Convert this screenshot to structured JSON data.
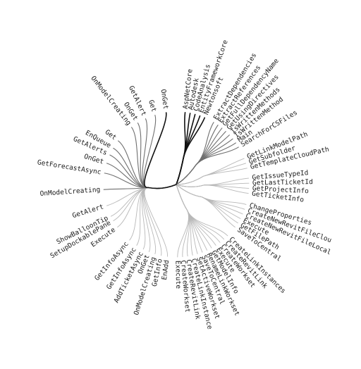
{
  "diagram": {
    "type": "radial-hierarchical-edge-bundle",
    "colors": {
      "strong": "#111111",
      "mid": "#6f6f6f",
      "light": "#b8b8b8"
    },
    "groups": [
      {
        "name": "g1",
        "labels": [
          "AspNetCore",
          "Autodesk",
          "CodeAnalysis",
          "EntityFrameworkCore",
          "Newtonsoft"
        ]
      },
      {
        "name": "g2",
        "labels": [
          "ExtractDependencies",
          "ExtractReferences",
          "GetFullDependencyName",
          "GetUsingDirectives",
          "IsWrittenMethod",
          "IsWrittenMethods",
          "Main",
          "SearchForCSFiles"
        ]
      },
      {
        "name": "g3",
        "labels": [
          "GetLinkModelPath",
          "GetSubfolder",
          "GetTemplateCloudPath"
        ]
      },
      {
        "name": "g4",
        "labels": [
          "GetIssueTypeId",
          "GetLastTicketId",
          "GetProjectInfo",
          "GetTicketInfo"
        ]
      },
      {
        "name": "g5",
        "labels": [
          "ChangeProperties",
          "CreateNewRevitFileClou",
          "CreateNewRevitFileLocal",
          "Execute",
          "GetFilePath",
          "SaveToCentral"
        ]
      },
      {
        "name": "g6",
        "labels": [
          "CreateLinkInstances",
          "CreateRevitLink",
          "CreateWorkset",
          "Execute",
          "GetModelInfo",
          "RenameLinkWorkset",
          "SaveToCentral",
          "SetActiveWorkset",
          "CreateLinkInstance",
          "CreateRevitLink",
          "CreateWorkset",
          "Execute"
        ]
      },
      {
        "name": "g7",
        "labels": [
          "EnAdd",
          "GetInfo",
          "OnModelCreating",
          "OnGet",
          "AddTicketAsync",
          "GetInfoAsync",
          "GetInfoAsync",
          "Execute",
          "SetupDockablePane",
          "ShowBalloonTip",
          "GetAlert",
          "OnModelCreating",
          "GetForecastAsync",
          "OnGet",
          "GetAlerts",
          "EnQueue",
          "Get",
          "OnModelCreating",
          "OnGet",
          "GetAlert",
          "Get",
          "OnGet"
        ]
      }
    ],
    "leaves": [
      {
        "label": "AspNetCore",
        "angle": -83,
        "group": 0,
        "weight": "strong"
      },
      {
        "label": "Autodesk",
        "angle": -79,
        "group": 0,
        "weight": "strong"
      },
      {
        "label": "CodeAnalysis",
        "angle": -75,
        "group": 0,
        "weight": "strong"
      },
      {
        "label": "EntityFrameworkCore",
        "angle": -71,
        "group": 0,
        "weight": "strong"
      },
      {
        "label": "Newtonsoft",
        "angle": -67,
        "group": 0,
        "weight": "strong"
      },
      {
        "label": "ExtractDependencies",
        "angle": -59,
        "group": 1,
        "weight": "mid"
      },
      {
        "label": "ExtractReferences",
        "angle": -55,
        "group": 1,
        "weight": "mid"
      },
      {
        "label": "GetFullDependencyName",
        "angle": -51,
        "group": 1,
        "weight": "mid"
      },
      {
        "label": "GetUsingDirectives",
        "angle": -47,
        "group": 1,
        "weight": "mid"
      },
      {
        "label": "IsWrittenMethods",
        "angle": -43,
        "group": 1,
        "weight": "mid"
      },
      {
        "label": "IsWrittenMethod",
        "angle": -39,
        "group": 1,
        "weight": "mid"
      },
      {
        "label": "Main",
        "angle": -35,
        "group": 1,
        "weight": "mid"
      },
      {
        "label": "SearchForCSFiles",
        "angle": -31,
        "group": 1,
        "weight": "mid"
      },
      {
        "label": "GetLinkModelPath",
        "angle": -21,
        "group": 2,
        "weight": "light"
      },
      {
        "label": "GetSubfolder",
        "angle": -17,
        "group": 2,
        "weight": "light"
      },
      {
        "label": "GetTemplateCloudPath",
        "angle": -13,
        "group": 2,
        "weight": "light"
      },
      {
        "label": "GetIssueTypeId",
        "angle": -5,
        "group": 3,
        "weight": "light"
      },
      {
        "label": "GetLastTicketId",
        "angle": -1,
        "group": 3,
        "weight": "light"
      },
      {
        "label": "GetProjectInfo",
        "angle": 3,
        "group": 3,
        "weight": "light"
      },
      {
        "label": "GetTicketInfo",
        "angle": 7,
        "group": 3,
        "weight": "light"
      },
      {
        "label": "ChangeProperties",
        "angle": 16,
        "group": 4,
        "weight": "light"
      },
      {
        "label": "CreateNewRevitFileClou",
        "angle": 20,
        "group": 4,
        "weight": "light"
      },
      {
        "label": "CreateNewRevitFileLocal",
        "angle": 24,
        "group": 4,
        "weight": "light"
      },
      {
        "label": "Execute",
        "angle": 28,
        "group": 4,
        "weight": "light"
      },
      {
        "label": "GetFilePath",
        "angle": 32,
        "group": 4,
        "weight": "light"
      },
      {
        "label": "SaveToCentral",
        "angle": 36,
        "group": 4,
        "weight": "light"
      },
      {
        "label": "CreateLinkInstances",
        "angle": 45,
        "group": 5,
        "weight": "light"
      },
      {
        "label": "CreateRevitLink",
        "angle": 49,
        "group": 5,
        "weight": "light"
      },
      {
        "label": "CreateWorkset",
        "angle": 53,
        "group": 5,
        "weight": "light"
      },
      {
        "label": "Execute",
        "angle": 57,
        "group": 5,
        "weight": "light"
      },
      {
        "label": "GetModelInfo",
        "angle": 61,
        "group": 5,
        "weight": "light"
      },
      {
        "label": "RenameLinkWorkset",
        "angle": 65,
        "group": 5,
        "weight": "light"
      },
      {
        "label": "SaveToCentral",
        "angle": 69,
        "group": 5,
        "weight": "light"
      },
      {
        "label": "SetActiveWorkset",
        "angle": 73,
        "group": 5,
        "weight": "light"
      },
      {
        "label": "CreateLinkInstance",
        "angle": 77,
        "group": 5,
        "weight": "light"
      },
      {
        "label": "CreateRevitLink",
        "angle": 81,
        "group": 5,
        "weight": "light"
      },
      {
        "label": "CreateWorkset",
        "angle": 85,
        "group": 5,
        "weight": "light"
      },
      {
        "label": "Execute",
        "angle": 89,
        "group": 5,
        "weight": "light"
      },
      {
        "label": "EnAdd",
        "angle": 97,
        "group": 6,
        "weight": "light"
      },
      {
        "label": "GetInfo",
        "angle": 102,
        "group": 6,
        "weight": "light"
      },
      {
        "label": "OnModelCreating",
        "angle": 107,
        "group": 6,
        "weight": "light"
      },
      {
        "label": "OnGet",
        "angle": 112,
        "group": 6,
        "weight": "light"
      },
      {
        "label": "AddTicketAsync",
        "angle": 117,
        "group": 6,
        "weight": "light"
      },
      {
        "label": "GetInfoAsync",
        "angle": 123,
        "group": 6,
        "weight": "light"
      },
      {
        "label": "GetInfoAsync",
        "angle": 130,
        "group": 6,
        "weight": "light"
      },
      {
        "label": "Execute",
        "angle": 144,
        "group": 6,
        "weight": "light"
      },
      {
        "label": "SetupDockablePane",
        "angle": 150,
        "group": 6,
        "weight": "light"
      },
      {
        "label": "ShowBalloonTip",
        "angle": 154,
        "group": 6,
        "weight": "light"
      },
      {
        "label": "GetAlert",
        "angle": 163,
        "group": 6,
        "weight": "light"
      },
      {
        "label": "OnModelCreating",
        "angle": 176,
        "group": 6,
        "weight": "mid"
      },
      {
        "label": "GetForecastAsync",
        "angle": 189,
        "group": 6,
        "weight": "mid"
      },
      {
        "label": "OnGet",
        "angle": 197,
        "group": 6,
        "weight": "mid"
      },
      {
        "label": "GetAlerts",
        "angle": 204,
        "group": 6,
        "weight": "mid"
      },
      {
        "label": "EnQueue",
        "angle": 210,
        "group": 6,
        "weight": "mid"
      },
      {
        "label": "Get",
        "angle": 217,
        "group": 6,
        "weight": "mid"
      },
      {
        "label": "OnModelCreating",
        "angle": 232,
        "group": 6,
        "weight": "mid"
      },
      {
        "label": "OnGet",
        "angle": 238,
        "group": 6,
        "weight": "mid"
      },
      {
        "label": "GetAlert",
        "angle": 245,
        "group": 6,
        "weight": "mid"
      },
      {
        "label": "Get",
        "angle": 253,
        "group": 6,
        "weight": "mid"
      },
      {
        "label": "OnGet",
        "angle": 262,
        "group": 6,
        "weight": "strong"
      }
    ]
  }
}
